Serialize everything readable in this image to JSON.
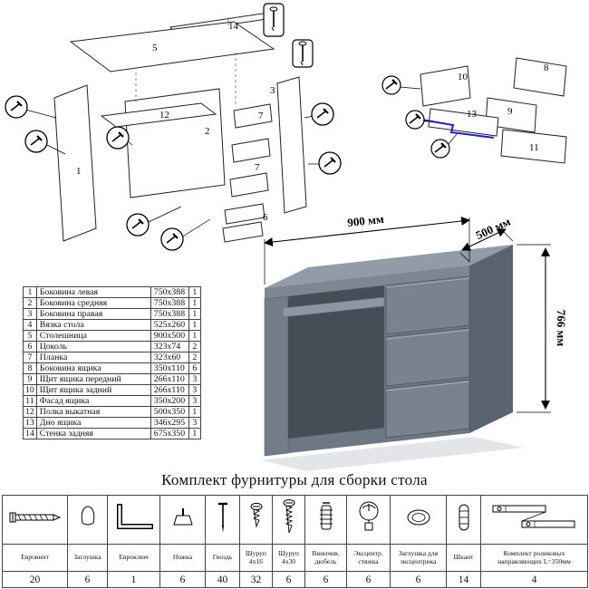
{
  "title": "Комплект фурнитуры для сборки стола",
  "dimensions": {
    "width": "900 мм",
    "depth": "500 мм",
    "height": "766 мм"
  },
  "parts": {
    "rows": [
      {
        "num": "1",
        "name": "Боковина левая",
        "size": "750x388",
        "qty": "1"
      },
      {
        "num": "2",
        "name": "Боковина средняя",
        "size": "750x388",
        "qty": "1"
      },
      {
        "num": "3",
        "name": "Боковина правая",
        "size": "750x388",
        "qty": "1"
      },
      {
        "num": "4",
        "name": "Вязка стола",
        "size": "525x260",
        "qty": "1"
      },
      {
        "num": "5",
        "name": "Столешница",
        "size": "900x500",
        "qty": "1"
      },
      {
        "num": "6",
        "name": "Цоколь",
        "size": "323x74",
        "qty": "2"
      },
      {
        "num": "7",
        "name": "Планка",
        "size": "323x60",
        "qty": "2"
      },
      {
        "num": "8",
        "name": "Боковина ящика",
        "size": "350x110",
        "qty": "6"
      },
      {
        "num": "9",
        "name": "Щит ящика передний",
        "size": "266x110",
        "qty": "3"
      },
      {
        "num": "10",
        "name": "Щит ящика задний",
        "size": "266x110",
        "qty": "3"
      },
      {
        "num": "11",
        "name": "Фасад ящика",
        "size": "350x200",
        "qty": "3"
      },
      {
        "num": "12",
        "name": "Полка выкатная",
        "size": "500x350",
        "qty": "1"
      },
      {
        "num": "13",
        "name": "Дно ящика",
        "size": "346x295",
        "qty": "3"
      },
      {
        "num": "14",
        "name": "Стенка задняя",
        "size": "675x350",
        "qty": "1"
      }
    ]
  },
  "exploded_main": {
    "labels": [
      "14",
      "5",
      "2",
      "12",
      "1",
      "3",
      "7",
      "7",
      "6"
    ]
  },
  "exploded_drawer": {
    "labels": [
      "10",
      "8",
      "9",
      "13",
      "11"
    ]
  },
  "hardware": {
    "items": [
      {
        "name": "Евровинт",
        "qty": "20",
        "icon": "confirmat-screw-icon"
      },
      {
        "name": "Заглушка",
        "qty": "6",
        "icon": "cap-icon"
      },
      {
        "name": "Евроключ",
        "qty": "1",
        "icon": "hex-key-icon"
      },
      {
        "name": "Ножка",
        "qty": "6",
        "icon": "foot-icon"
      },
      {
        "name": "Гвоздь",
        "qty": "40",
        "icon": "nail-icon"
      },
      {
        "name": "Шуруп 4x16",
        "qty": "32",
        "icon": "screw-short-icon"
      },
      {
        "name": "Шуруп 4x30",
        "qty": "6",
        "icon": "screw-long-icon"
      },
      {
        "name": "Ввинчив. дюбель",
        "qty": "6",
        "icon": "dowel-screw-icon"
      },
      {
        "name": "Эксцентр. стяжка",
        "qty": "6",
        "icon": "cam-lock-icon"
      },
      {
        "name": "Заглушка для эксцентрика",
        "qty": "6",
        "icon": "cam-cap-icon"
      },
      {
        "name": "Шкант",
        "qty": "14",
        "icon": "wood-dowel-icon"
      },
      {
        "name": "Комплект роликовых направляющих L=350мм",
        "qty": "4",
        "icon": "drawer-slides-icon"
      }
    ]
  },
  "colors": {
    "desk_top": "#929ba7",
    "desk_front": "#6e7884",
    "desk_side": "#5a6470",
    "accent_blue": "#1a1aee"
  }
}
